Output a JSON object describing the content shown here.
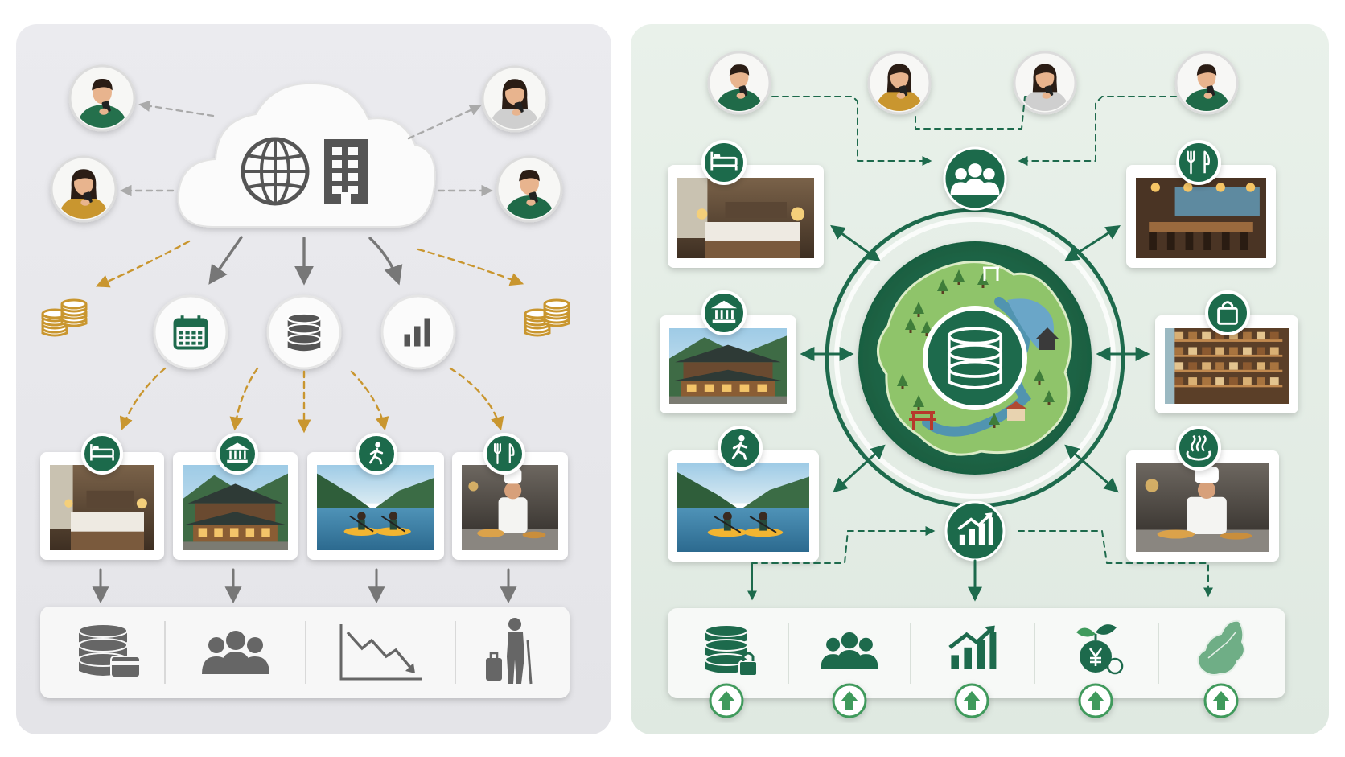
{
  "palette": {
    "green": "#1d6a4c",
    "green_light": "#3f9a5c",
    "gold": "#c9962f",
    "gray_icon": "#555555",
    "gray_arrow": "#777777",
    "card": "#ffffff",
    "left_bg": "#e8e8ec",
    "right_bg": "#e4ede6"
  },
  "left": {
    "cloud_icons": [
      "globe-icon",
      "building-icon"
    ],
    "users": [
      "user-tl",
      "user-ml",
      "user-tr",
      "user-mr"
    ],
    "coins": [
      "coins-icon-left",
      "coins-icon-right"
    ],
    "tools": [
      "calendar-icon",
      "database-icon",
      "bar-chart-icon"
    ],
    "photos": [
      {
        "name": "hotel",
        "badge": "bed-icon"
      },
      {
        "name": "ryokan",
        "badge": "temple-icon"
      },
      {
        "name": "kayak",
        "badge": "hiker-icon"
      },
      {
        "name": "chef",
        "badge": "restaurant-icon"
      }
    ],
    "outcomes": [
      "database-card-icon",
      "group-icon",
      "declining-chart-icon",
      "traveler-icon"
    ]
  },
  "right": {
    "users": [
      "user-1",
      "user-2",
      "user-3",
      "user-4"
    ],
    "hub_icon": "group-icon",
    "center_icon": "database-icon",
    "bottom_hub_icon": "growth-chart-icon",
    "photos": [
      {
        "name": "hotel-room",
        "badge": "bed-icon"
      },
      {
        "name": "restaurant",
        "badge": "restaurant-icon"
      },
      {
        "name": "ryokan",
        "badge": "temple-icon"
      },
      {
        "name": "shop",
        "badge": "shopping-bag-icon"
      },
      {
        "name": "kayak",
        "badge": "hiker-icon"
      },
      {
        "name": "chef",
        "badge": "onsen-icon"
      }
    ],
    "outcomes": [
      "secure-database-icon",
      "community-icon",
      "growth-chart-icon",
      "yen-sprout-icon",
      "region-map-icon"
    ],
    "outcome_direction": "up"
  }
}
